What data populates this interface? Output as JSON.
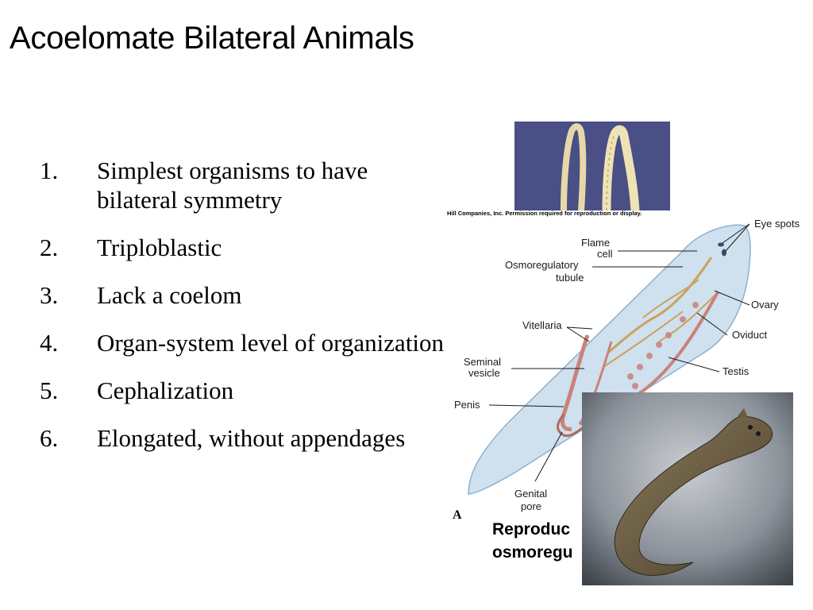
{
  "title": "Acoelomate Bilateral Animals",
  "bullets": [
    {
      "num": "1.",
      "text": "Simplest organisms to have bilateral symmetry"
    },
    {
      "num": "2.",
      "text": "Triploblastic"
    },
    {
      "num": "3.",
      "text": "Lack a coelom"
    },
    {
      "num": "4.",
      "text": "Organ-system level of organization"
    },
    {
      "num": "5.",
      "text": "Cephalization"
    },
    {
      "num": "6.",
      "text": "Elongated, without appendages"
    }
  ],
  "credit": "Hill Companies, Inc. Permission required for reproduction or display.",
  "diagram_labels": {
    "eye_spots": "Eye spots",
    "flame_cell_1": "Flame",
    "flame_cell_2": "cell",
    "osmo_1": "Osmoregulatory",
    "osmo_2": "tubule",
    "ovary": "Ovary",
    "vitellaria": "Vitellaria",
    "oviduct": "Oviduct",
    "seminal_1": "Seminal",
    "seminal_2": "vesicle",
    "testis": "Testis",
    "penis": "Penis",
    "genital_1": "Genital",
    "genital_2": "pore"
  },
  "figure_letter": "A",
  "caption_line1": "Reproduc",
  "caption_line2": "osmoregu",
  "colors": {
    "photo_top_bg": "#4a4f86",
    "worm_body": "#cfe0ef",
    "reproductive": "#c98378",
    "osmoregulatory": "#c9a35a"
  }
}
